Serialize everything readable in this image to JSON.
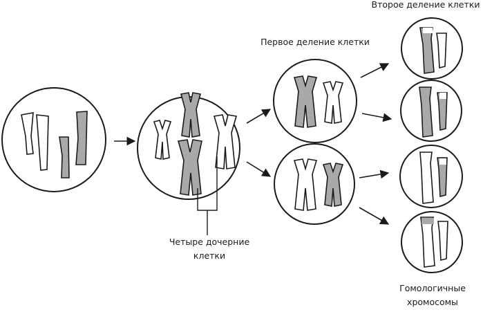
{
  "labels": {
    "second_division": "Второе деление клетки",
    "first_division": "Первое деление клетки",
    "four_daughter_line1": "Четыре дочерние",
    "four_daughter_line2": "клетки",
    "homologous_line1": "Гомологичные",
    "homologous_line2": "хромосомы"
  },
  "colors": {
    "stroke": "#1a1a1a",
    "dark_chromosome": "#a9a9a9",
    "light_chromosome": "#ffffff",
    "background": "#ffffff"
  }
}
